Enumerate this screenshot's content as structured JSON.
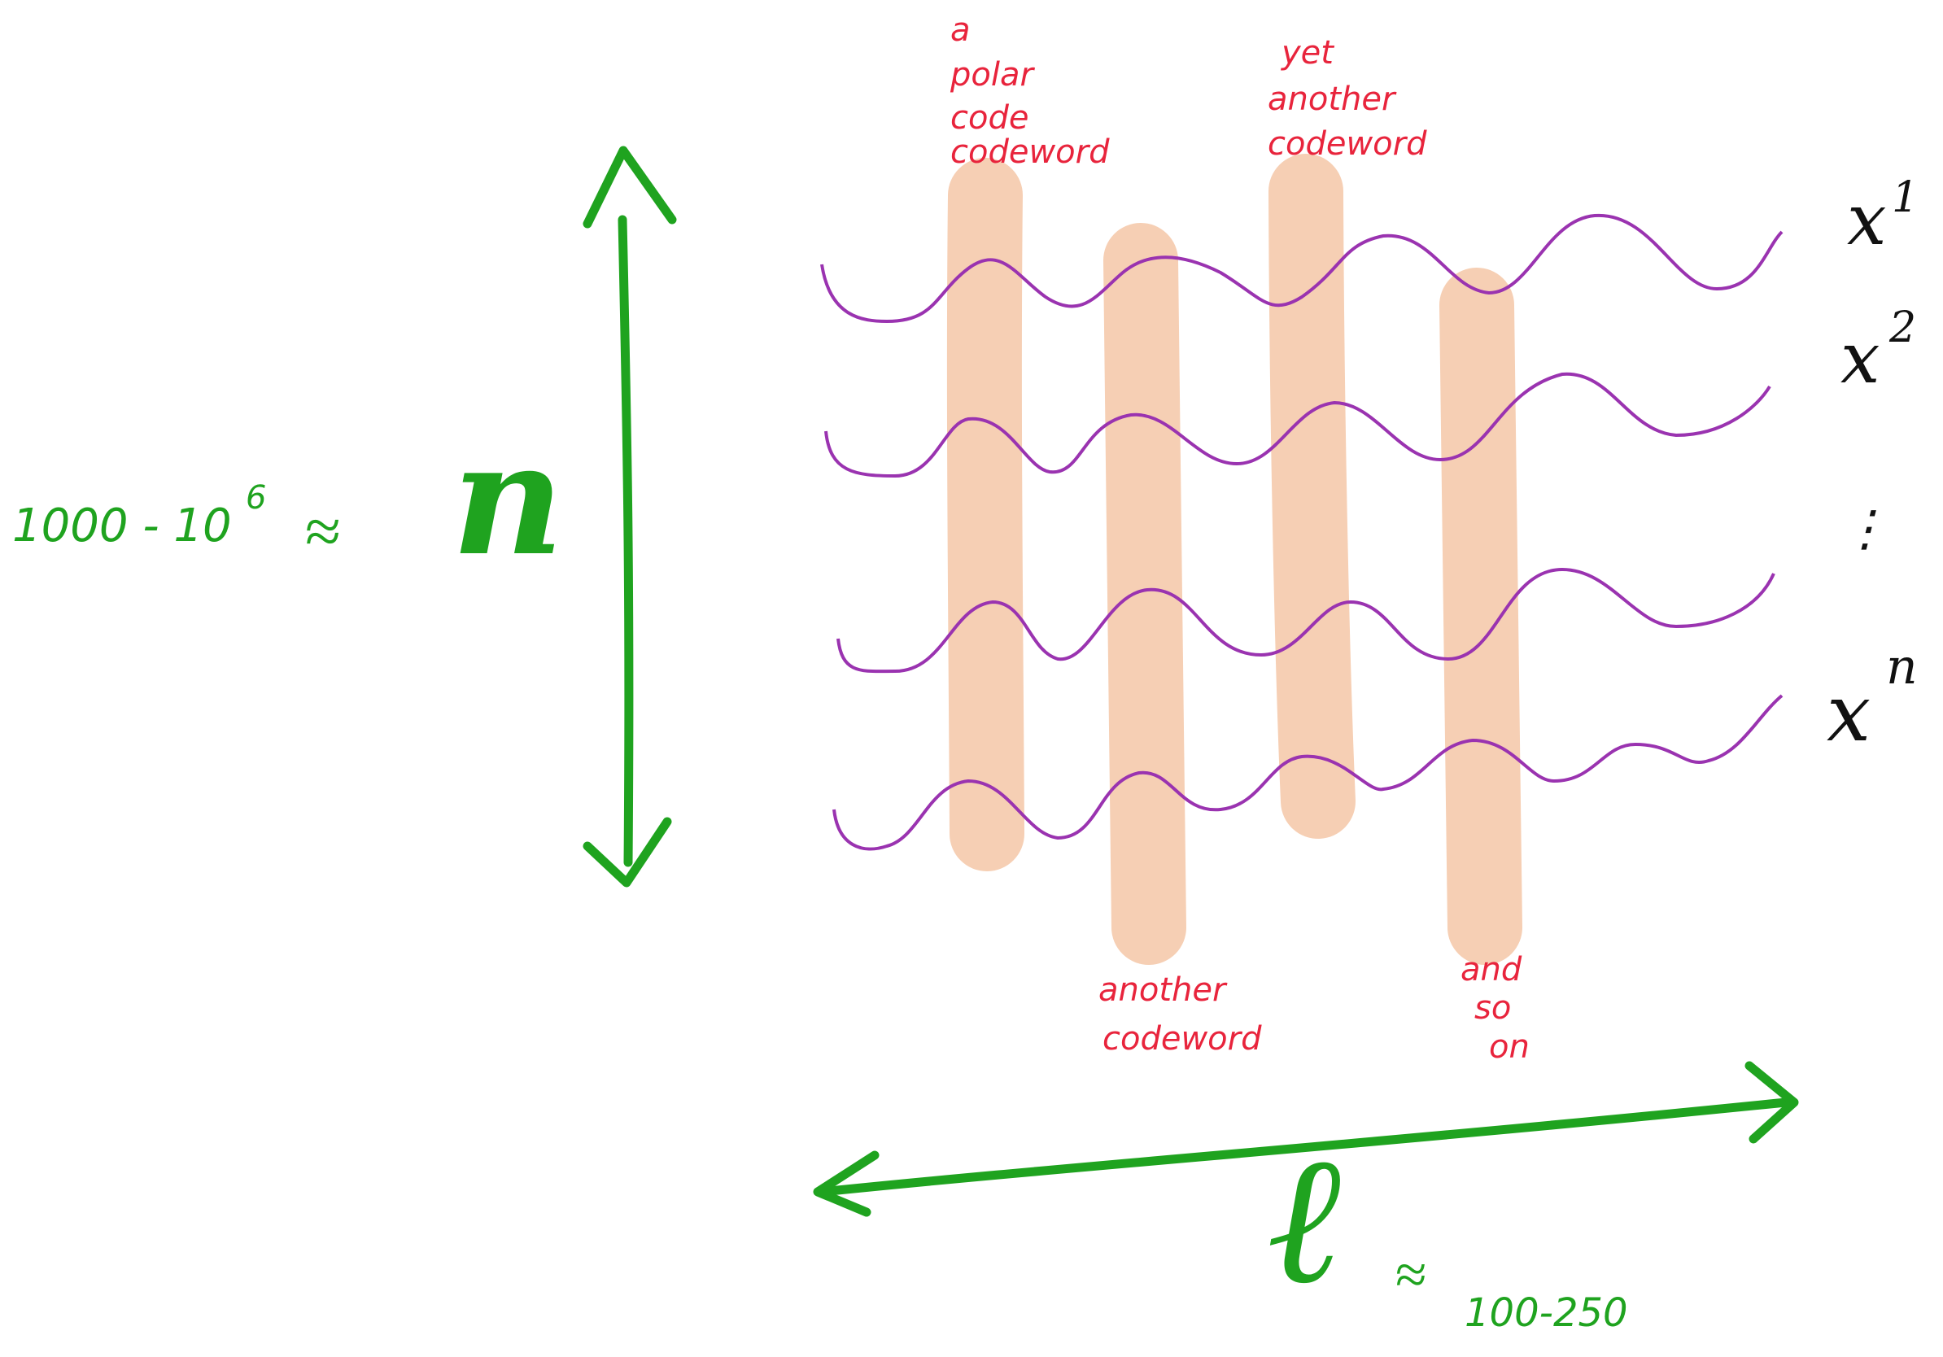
{
  "labels": {
    "top_codeword_1": [
      "a",
      "polar",
      "code",
      "codeword"
    ],
    "top_codeword_2": [
      "yet",
      "another",
      "codeword"
    ],
    "bottom_codeword_1": [
      "another",
      "codeword"
    ],
    "bottom_codeword_2": [
      "and",
      "so",
      "on"
    ]
  },
  "left_annotation": {
    "range": "1000 - 10",
    "range_exp": "6",
    "approx": "≈",
    "symbol": "n"
  },
  "bottom_annotation": {
    "symbol": "ℓ",
    "approx": "≈",
    "range": "100-250"
  },
  "sequences": {
    "x1_base": "x",
    "x1_sup": "1",
    "x2_base": "x",
    "x2_sup": "2",
    "dots": "⋮",
    "xn_base": "x",
    "xn_sup": "n"
  },
  "colors": {
    "annotation_green": "#1fa31f",
    "label_red": "#e8243c",
    "wave_purple": "#9a33b0",
    "codeword_band": "#f6cfb4"
  }
}
